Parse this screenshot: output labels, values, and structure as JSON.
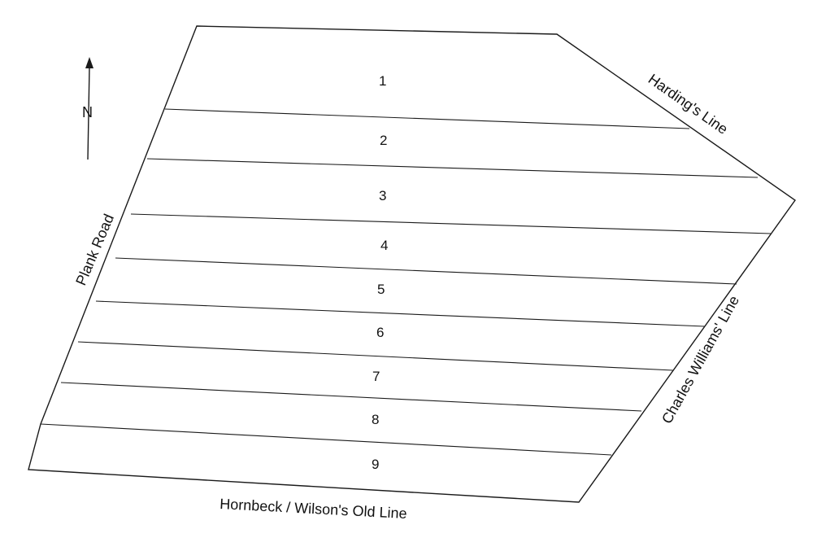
{
  "map": {
    "north_label": "N",
    "boundaries": {
      "west": "Plank Road",
      "northeast": "Harding's Line",
      "east": "Charles Williams' Line",
      "south": "Hornbeck / Wilson's Old Line"
    },
    "lots": [
      {
        "label": "1"
      },
      {
        "label": "2"
      },
      {
        "label": "3"
      },
      {
        "label": "4"
      },
      {
        "label": "5"
      },
      {
        "label": "6"
      },
      {
        "label": "7"
      },
      {
        "label": "8"
      },
      {
        "label": "9"
      }
    ],
    "colors": {
      "line": "#1a1a1a",
      "text": "#111111",
      "background": "#ffffff"
    }
  }
}
